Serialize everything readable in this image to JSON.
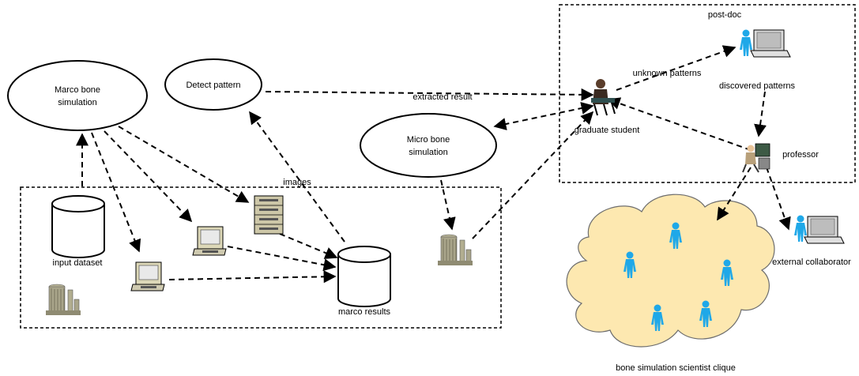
{
  "nodes": {
    "marco_bone_simulation": [
      "Marco bone",
      "simulation"
    ],
    "detect_pattern": "Detect pattern",
    "micro_bone_simulation": [
      "Micro bone",
      "simulation"
    ],
    "input_dataset": "input dataset",
    "marco_results": "marco results",
    "graduate_student": "graduate student",
    "post_doc": "post-doc",
    "professor": "professor",
    "external_collaborator": "external collaborator",
    "clique": "bone simulation scientist clique"
  },
  "edges": {
    "extracted_result": "extracted result",
    "unknown_patterns": "unknown patterns",
    "discovered_patterns": "discovered patterns",
    "images": "images"
  },
  "colors": {
    "person": "#1fa8e8",
    "cloud_fill": "#fde8b0",
    "cloud_stroke": "#6d6d6d",
    "machine": "#a9a58a"
  },
  "icons": [
    "database-cylinder-icon",
    "computer-icon",
    "server-rack-icon",
    "supercomputer-icon",
    "laptop-icon",
    "person-icon",
    "workstation-user-icon"
  ]
}
